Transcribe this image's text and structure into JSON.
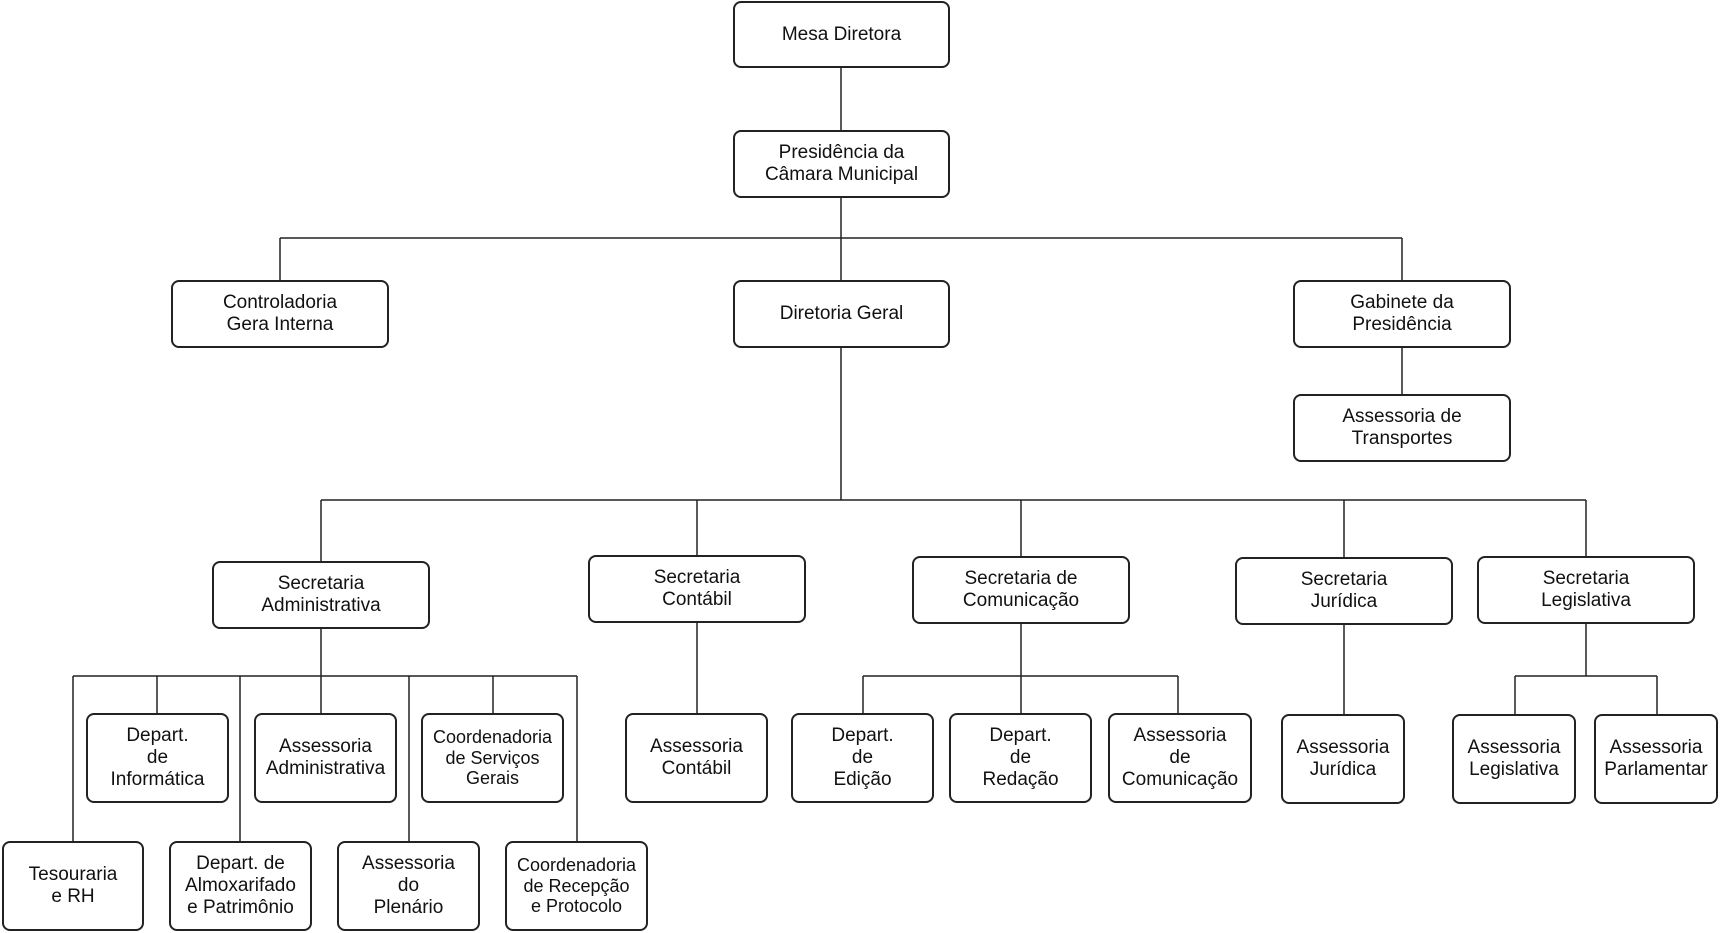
{
  "diagram": {
    "nodes": [
      {
        "id": "mesa",
        "label": "Mesa Diretora"
      },
      {
        "id": "presidencia",
        "label": "Presidência da\nCâmara Municipal"
      },
      {
        "id": "controladoria",
        "label": "Controladoria\nGera Interna"
      },
      {
        "id": "diretoria",
        "label": "Diretoria Geral"
      },
      {
        "id": "gabinete",
        "label": "Gabinete da\nPresidência"
      },
      {
        "id": "ass_transportes",
        "label": "Assessoria de\nTransportes"
      },
      {
        "id": "sec_adm",
        "label": "Secretaria\nAdministrativa"
      },
      {
        "id": "sec_contabil",
        "label": "Secretaria\nContábil"
      },
      {
        "id": "sec_com",
        "label": "Secretaria de\nComunicação"
      },
      {
        "id": "sec_jur",
        "label": "Secretaria\nJurídica"
      },
      {
        "id": "sec_leg",
        "label": "Secretaria\nLegislativa"
      },
      {
        "id": "dep_info",
        "label": "Depart.\nde\nInformática"
      },
      {
        "id": "ass_adm",
        "label": "Assessoria\nAdministrativa"
      },
      {
        "id": "coord_serv",
        "label": "Coordenadoria\nde Serviços\nGerais"
      },
      {
        "id": "tesouraria",
        "label": "Tesouraria\ne RH"
      },
      {
        "id": "dep_almox",
        "label": "Depart. de\nAlmoxarifado\ne Patrimônio"
      },
      {
        "id": "ass_plen",
        "label": "Assessoria\ndo\nPlenário"
      },
      {
        "id": "coord_rec",
        "label": "Coordenadoria\nde Recepção\ne Protocolo"
      },
      {
        "id": "ass_contabil",
        "label": "Assessoria\nContábil"
      },
      {
        "id": "dep_edicao",
        "label": "Depart.\nde\nEdição"
      },
      {
        "id": "dep_redacao",
        "label": "Depart.\nde\nRedação"
      },
      {
        "id": "ass_com",
        "label": "Assessoria\nde\nComunicação"
      },
      {
        "id": "ass_jur",
        "label": "Assessoria\nJurídica"
      },
      {
        "id": "ass_leg",
        "label": "Assessoria\nLegislativa"
      },
      {
        "id": "ass_parl",
        "label": "Assessoria\nParlamentar"
      }
    ],
    "edges": [
      [
        "mesa",
        "presidencia"
      ],
      [
        "presidencia",
        "controladoria"
      ],
      [
        "presidencia",
        "diretoria"
      ],
      [
        "presidencia",
        "gabinete"
      ],
      [
        "gabinete",
        "ass_transportes"
      ],
      [
        "diretoria",
        "sec_adm"
      ],
      [
        "diretoria",
        "sec_contabil"
      ],
      [
        "diretoria",
        "sec_com"
      ],
      [
        "diretoria",
        "sec_jur"
      ],
      [
        "diretoria",
        "sec_leg"
      ],
      [
        "sec_adm",
        "tesouraria"
      ],
      [
        "sec_adm",
        "dep_info"
      ],
      [
        "sec_adm",
        "dep_almox"
      ],
      [
        "sec_adm",
        "ass_adm"
      ],
      [
        "sec_adm",
        "ass_plen"
      ],
      [
        "sec_adm",
        "coord_serv"
      ],
      [
        "sec_adm",
        "coord_rec"
      ],
      [
        "sec_contabil",
        "ass_contabil"
      ],
      [
        "sec_com",
        "dep_edicao"
      ],
      [
        "sec_com",
        "dep_redacao"
      ],
      [
        "sec_com",
        "ass_com"
      ],
      [
        "sec_jur",
        "ass_jur"
      ],
      [
        "sec_leg",
        "ass_leg"
      ],
      [
        "sec_leg",
        "ass_parl"
      ]
    ]
  }
}
